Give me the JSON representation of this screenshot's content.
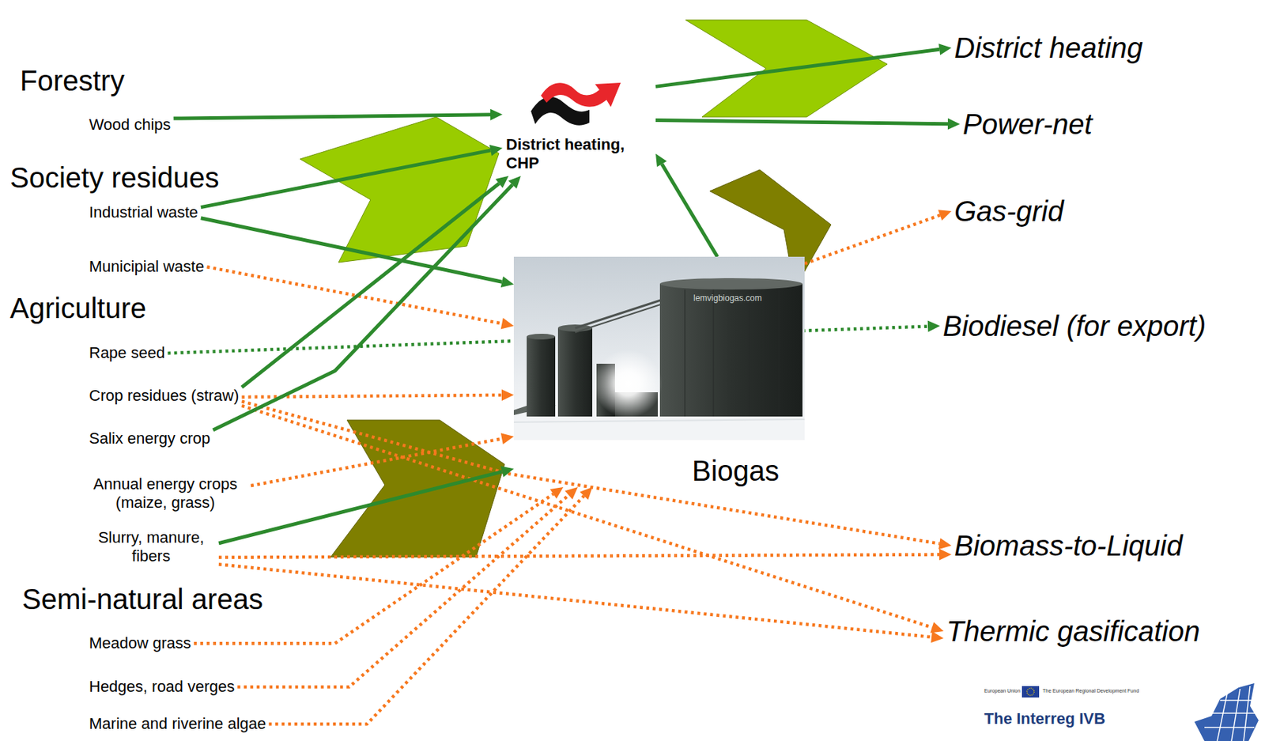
{
  "diagram": {
    "nodes": [
      {
        "text": [
          "Wood chips"
        ]
      },
      {
        "text": [
          "Industrial waste"
        ]
      },
      {
        "text": [
          "Municipial waste"
        ]
      },
      {
        "text": [
          "Rape seed"
        ]
      },
      {
        "text": [
          "Crop residues (straw)"
        ]
      },
      {
        "text": [
          "Salix energy crop"
        ]
      },
      {
        "text": [
          "Annual energy crops (maize, grass)"
        ]
      },
      {
        "text": [
          "Slurry, manure, fibers"
        ]
      },
      {
        "text": [
          "Meadow grass"
        ]
      },
      {
        "text": [
          "Hedges, road verges"
        ]
      },
      {
        "text": [
          "Marine and riverine algae"
        ]
      },
      {
        "text": [
          "District heating, CHP"
        ]
      },
      {
        "text": [
          "Biogas"
        ]
      },
      {
        "text": [
          "District heating"
        ]
      },
      {
        "text": [
          "Power-net"
        ]
      },
      {
        "text": [
          "Gas-grid"
        ]
      },
      {
        "text": [
          "Biodiesel (for export)"
        ]
      },
      {
        "text": [
          "Biomass-to-Liquid"
        ]
      },
      {
        "text": [
          "Thermic gasification"
        ]
      }
    ],
    "edges": [
      {
        "from": 0,
        "to": 11,
        "arrow": "to"
      },
      {
        "from": 1,
        "to": 11,
        "arrow": "to"
      },
      {
        "from": 1,
        "to": 12,
        "arrow": "to"
      },
      {
        "from": 2,
        "to": 12,
        "arrow": "to"
      },
      {
        "from": 3,
        "to": 16,
        "arrow": "to"
      },
      {
        "from": 4,
        "to": 11,
        "arrow": "to"
      },
      {
        "from": 4,
        "to": 12,
        "arrow": "to"
      },
      {
        "from": 4,
        "to": 17,
        "arrow": "to"
      },
      {
        "from": 4,
        "to": 18,
        "arrow": "to"
      },
      {
        "from": 5,
        "to": 11,
        "arrow": "to"
      },
      {
        "from": 6,
        "to": 12,
        "arrow": "to"
      },
      {
        "from": 7,
        "to": 12,
        "arrow": "to"
      },
      {
        "from": 7,
        "to": 17,
        "arrow": "to"
      },
      {
        "from": 7,
        "to": 18,
        "arrow": "to"
      },
      {
        "from": 8,
        "to": 12,
        "arrow": "to"
      },
      {
        "from": 9,
        "to": 12,
        "arrow": "to"
      },
      {
        "from": 10,
        "to": 12,
        "arrow": "to"
      },
      {
        "from": 12,
        "to": 11,
        "arrow": "to"
      },
      {
        "from": 11,
        "to": 13,
        "arrow": "to"
      },
      {
        "from": 11,
        "to": 14,
        "arrow": "to"
      },
      {
        "from": 12,
        "to": 15,
        "arrow": "to"
      }
    ],
    "labels": [
      "Forestry",
      "Society residues",
      "Agriculture",
      "Semi-natural areas",
      "lemvigbiogas.com",
      "European Union",
      "The European Regional Development Fund",
      "The Interreg IVB"
    ]
  }
}
